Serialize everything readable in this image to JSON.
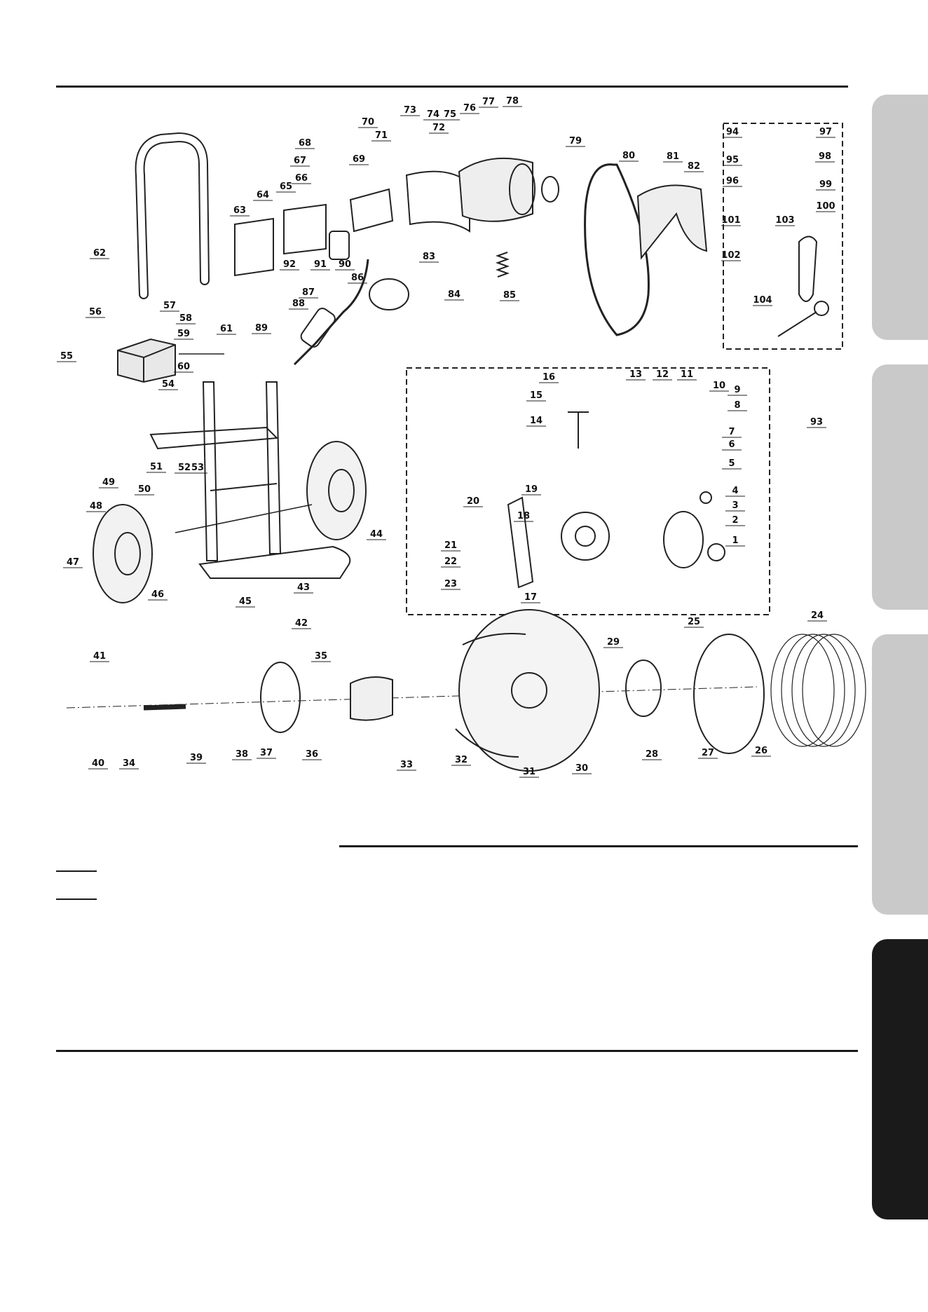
{
  "diagram": {
    "callouts": [
      "1",
      "2",
      "3",
      "4",
      "5",
      "6",
      "7",
      "8",
      "9",
      "10",
      "11",
      "12",
      "13",
      "14",
      "15",
      "16",
      "17",
      "18",
      "19",
      "20",
      "21",
      "22",
      "23",
      "24",
      "25",
      "26",
      "27",
      "28",
      "29",
      "30",
      "31",
      "32",
      "33",
      "34",
      "35",
      "36",
      "37",
      "38",
      "39",
      "40",
      "41",
      "42",
      "43",
      "44",
      "45",
      "46",
      "47",
      "48",
      "49",
      "50",
      "51",
      "52",
      "53",
      "54",
      "55",
      "56",
      "57",
      "58",
      "59",
      "60",
      "61",
      "62",
      "63",
      "64",
      "65",
      "66",
      "67",
      "68",
      "69",
      "70",
      "71",
      "72",
      "73",
      "74",
      "75",
      "76",
      "77",
      "78",
      "79",
      "80",
      "81",
      "82",
      "83",
      "84",
      "85",
      "86",
      "87",
      "88",
      "89",
      "90",
      "91",
      "92",
      "93",
      "94",
      "95",
      "96",
      "97",
      "98",
      "99",
      "100",
      "101",
      "102",
      "103",
      "104"
    ]
  },
  "colors": {
    "rule": "#1a1a1a",
    "tab_grey": "#c9c9c9",
    "tab_dark": "#1a1a1a",
    "line_art": "#222222"
  }
}
